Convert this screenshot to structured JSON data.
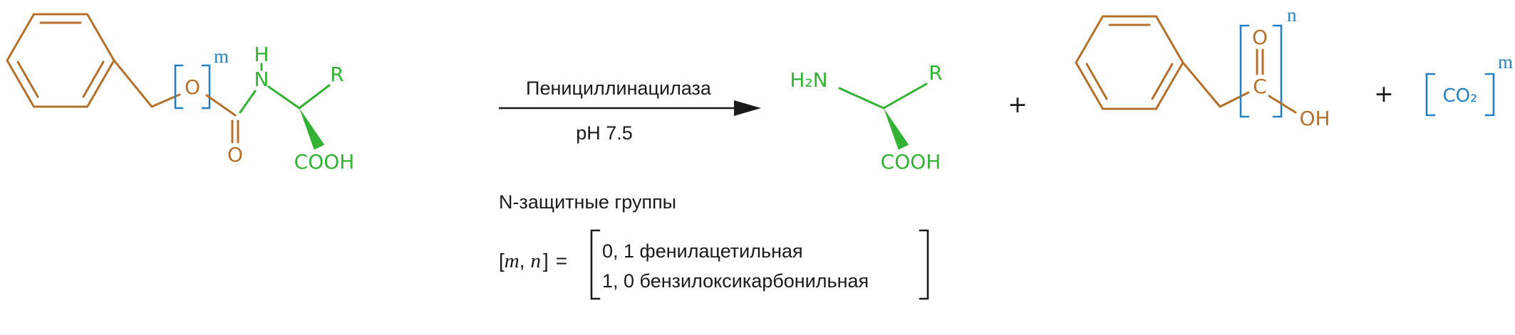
{
  "scheme": {
    "reactant": {
      "bracketed_atom": "O",
      "bracket_sup": "m",
      "carbonyl_atom": "O",
      "amine_h": "H",
      "amine_n": "N",
      "side_chain": "R",
      "acid_group": "COOH"
    },
    "arrow": {
      "enzyme": "Пенициллинацилаза",
      "condition": "pH 7.5"
    },
    "note": {
      "title": "N-защитные группы",
      "open_bracket": "[",
      "m_italic": "m",
      "comma": ",",
      "n_italic": "n",
      "close_bracket": "]",
      "equals": "=",
      "option1": "0, 1 фенилацетильная",
      "option2": "1, 0 бензилоксикарбонильная"
    },
    "product_amine": {
      "amine": "H₂N",
      "side_chain": "R",
      "acid_group": "COOH"
    },
    "plus_1": "+",
    "product_acid": {
      "carbonyl_o": "O",
      "carbonyl_c": "C",
      "bracket_sup": "n",
      "hydroxyl": "OH"
    },
    "plus_2": "+",
    "product_gas": {
      "formula": "CO₂",
      "bracket_sup": "m"
    },
    "colors": {
      "benzyl_brown": "#b5712b",
      "amino_green": "#33b333",
      "bracket_blue": "#2580c3",
      "text_black": "#1a1a1a"
    }
  }
}
